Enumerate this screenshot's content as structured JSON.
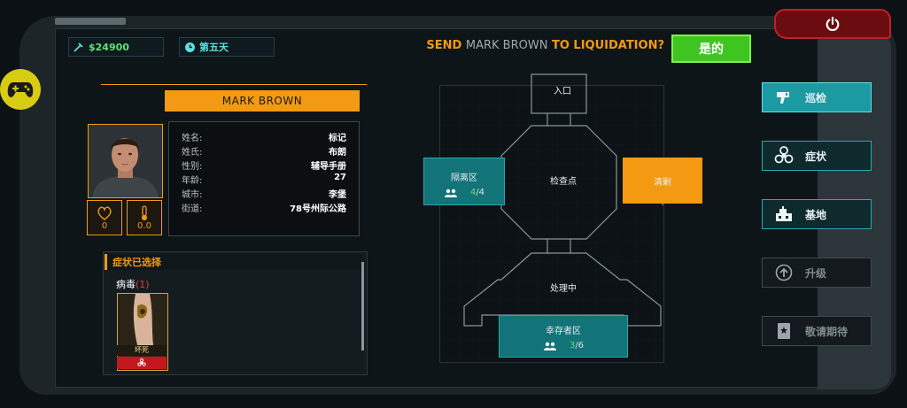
{
  "stats": {
    "money": "$24900",
    "day": "第五天"
  },
  "question": {
    "prefix": "SEND ",
    "name": "MARK BROWN",
    "suffix": " TO LIQUIDATION?",
    "yes_label": "是的"
  },
  "colors": {
    "accent_orange": "#f39a12",
    "teal": "#127378",
    "green": "#3fc51f",
    "red": "#c2171f",
    "yellow": "#d7cc12"
  },
  "profile": {
    "name": "MARK BROWN",
    "vitals": {
      "heart": "0",
      "temperature": "0.0"
    },
    "info": [
      {
        "label": "姓名:",
        "value": "标记"
      },
      {
        "label": "姓氏:",
        "value": "布朗"
      },
      {
        "label": "性别:",
        "value": "辅导手册"
      },
      {
        "label": "年龄:",
        "value": "27"
      },
      {
        "label": "城市:",
        "value": "李堡"
      },
      {
        "label": "街道:",
        "value": "78号州际公路"
      }
    ]
  },
  "symptoms": {
    "header": "症状已选择",
    "virus_label": "病毒",
    "virus_count": "(1)",
    "card_caption": "坏死"
  },
  "map": {
    "entrance": "入口",
    "quarantine": {
      "label": "隔离区",
      "count": "4",
      "capacity": "/4"
    },
    "checkpoint": "检查点",
    "clear": "清剿",
    "processing": "处理中",
    "survivor": {
      "label": "幸存者区",
      "count": "3",
      "capacity": "/6"
    }
  },
  "menu": [
    {
      "label": "巡检",
      "icon": "scanner-icon"
    },
    {
      "label": "症状",
      "icon": "biohazard-icon"
    },
    {
      "label": "基地",
      "icon": "base-icon"
    },
    {
      "label": "升级",
      "icon": "upgrade-arrow-icon"
    },
    {
      "label": "敬请期待",
      "icon": "book-icon"
    }
  ]
}
